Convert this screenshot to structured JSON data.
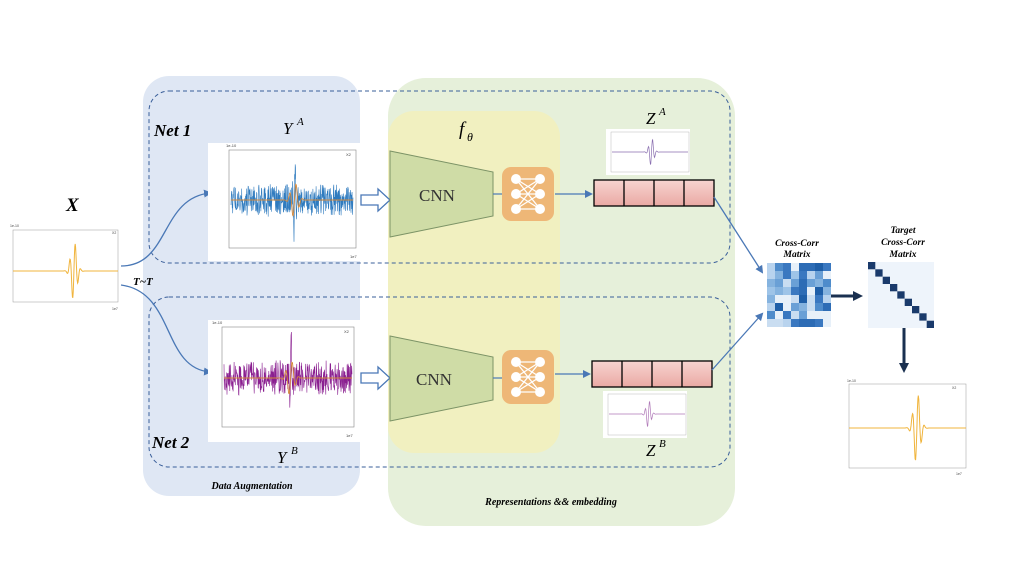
{
  "labels": {
    "x": "X",
    "transform": "T~T",
    "net1": "Net 1",
    "net2": "Net 2",
    "ya": "Y",
    "ya_sup": "A",
    "yb": "Y",
    "yb_sup": "B",
    "f": "f",
    "f_sub": "θ",
    "za": "Z",
    "za_sup": "A",
    "zb": "Z",
    "zb_sup": "B",
    "cnn_top": "CNN",
    "cnn_bottom": "CNN",
    "data_aug": "Data Augmentation",
    "representations": "Representations && embedding",
    "cross_corr_line1": "Cross-Corr",
    "cross_corr_line2": "Matrix",
    "target_line1": "Target",
    "target_line2": "Cross-Corr",
    "target_line3": "Matrix"
  },
  "plot_text": {
    "legend_x": "X2",
    "legend_ya": "X2",
    "legend_yb": "X2",
    "legend_target": "X2",
    "exp_small": "1e-10",
    "exp_big": "1e-10",
    "x_exp": "1e7"
  },
  "colors": {
    "blue_bg": "#dfe7f4",
    "green_bg": "#e6f0da",
    "yellow_bg": "#f1f0c0",
    "cnn_fill": "#cfdca6",
    "mlp_fill": "#eeb777",
    "emb_fill": "#f3c4c0",
    "signal_x": "#f0b43c",
    "signal_ya": "#2f7bbf",
    "signal_yb": "#8a1f90",
    "arrow": "#4a78b6",
    "dark": "#1a3050"
  }
}
